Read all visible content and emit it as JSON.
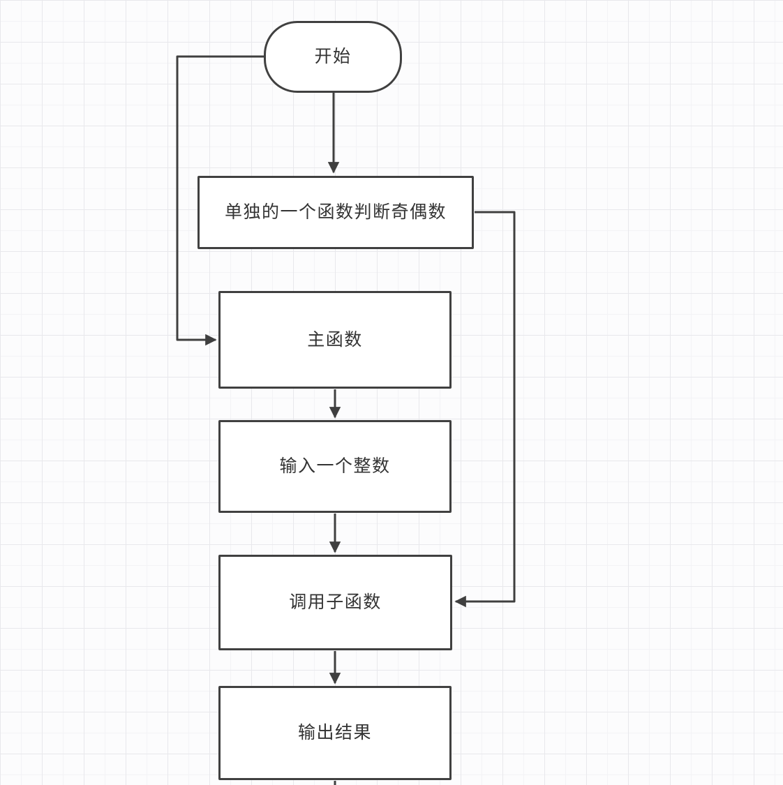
{
  "canvas": {
    "background": "#fcfcfd",
    "grid_minor_color": "#f3f3f6",
    "grid_major_color": "#e8e8ec",
    "stroke_color": "#3f3f3f",
    "node_fill": "#ffffff",
    "text_color": "#333333"
  },
  "nodes": [
    {
      "id": "start",
      "type": "terminator",
      "label": "开始"
    },
    {
      "id": "judge-function",
      "type": "process",
      "label": "单独的一个函数判断奇偶数"
    },
    {
      "id": "main-function",
      "type": "process",
      "label": "主函数"
    },
    {
      "id": "input-integer",
      "type": "process",
      "label": "输入一个整数"
    },
    {
      "id": "call-subfunction",
      "type": "process",
      "label": "调用子函数"
    },
    {
      "id": "output-result",
      "type": "process",
      "label": "输出结果"
    }
  ],
  "edges": [
    {
      "from": "start",
      "to": "judge-function",
      "route": "straight-down"
    },
    {
      "from": "start",
      "to": "main-function",
      "route": "left-elbow"
    },
    {
      "from": "judge-function",
      "to": "call-subfunction",
      "route": "right-elbow"
    },
    {
      "from": "main-function",
      "to": "input-integer",
      "route": "straight-down"
    },
    {
      "from": "input-integer",
      "to": "call-subfunction",
      "route": "straight-down"
    },
    {
      "from": "call-subfunction",
      "to": "output-result",
      "route": "straight-down"
    },
    {
      "from": "output-result",
      "to": "offscreen-bottom",
      "route": "straight-down-cutoff"
    }
  ]
}
